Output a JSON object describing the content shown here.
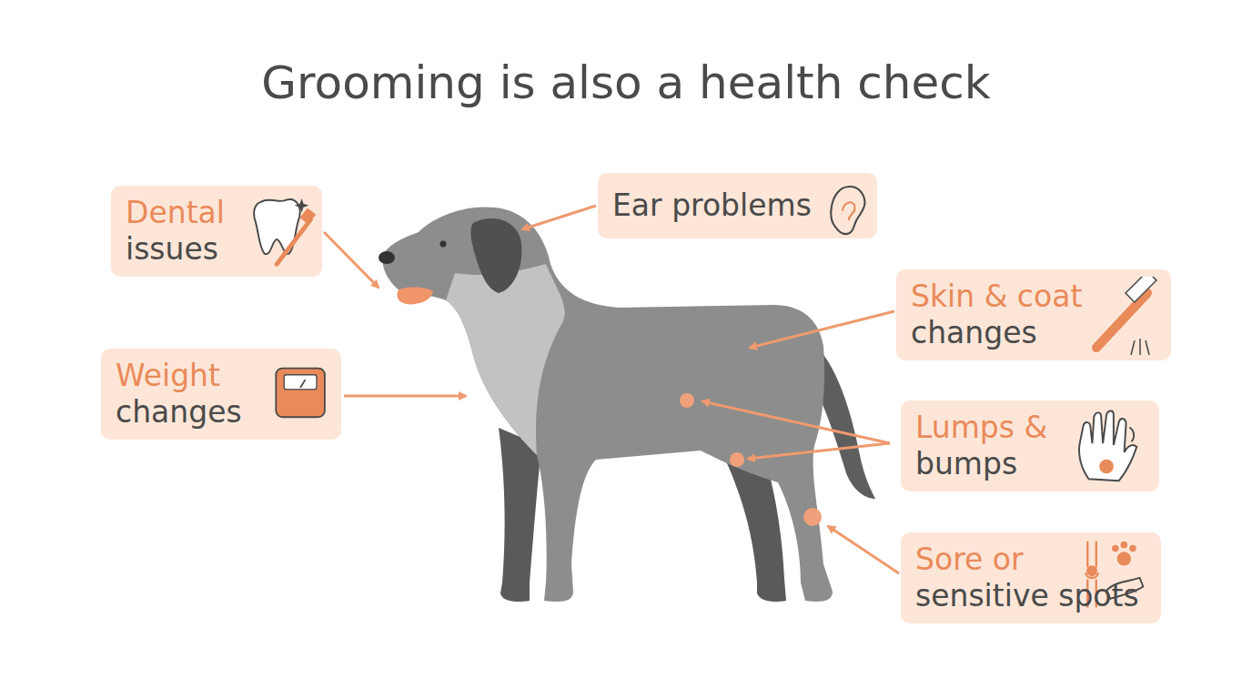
{
  "diagram": {
    "title": "Grooming is also a health check",
    "nodes": [
      {
        "text": [
          "Dental issues"
        ]
      },
      {
        "text": [
          "Ear problems"
        ]
      },
      {
        "text": [
          "Weight changes"
        ]
      },
      {
        "text": [
          "Skin & coat changes"
        ]
      },
      {
        "text": [
          "Lumps & bumps"
        ]
      },
      {
        "text": [
          "Sore or sensitive spots"
        ]
      }
    ]
  }
}
